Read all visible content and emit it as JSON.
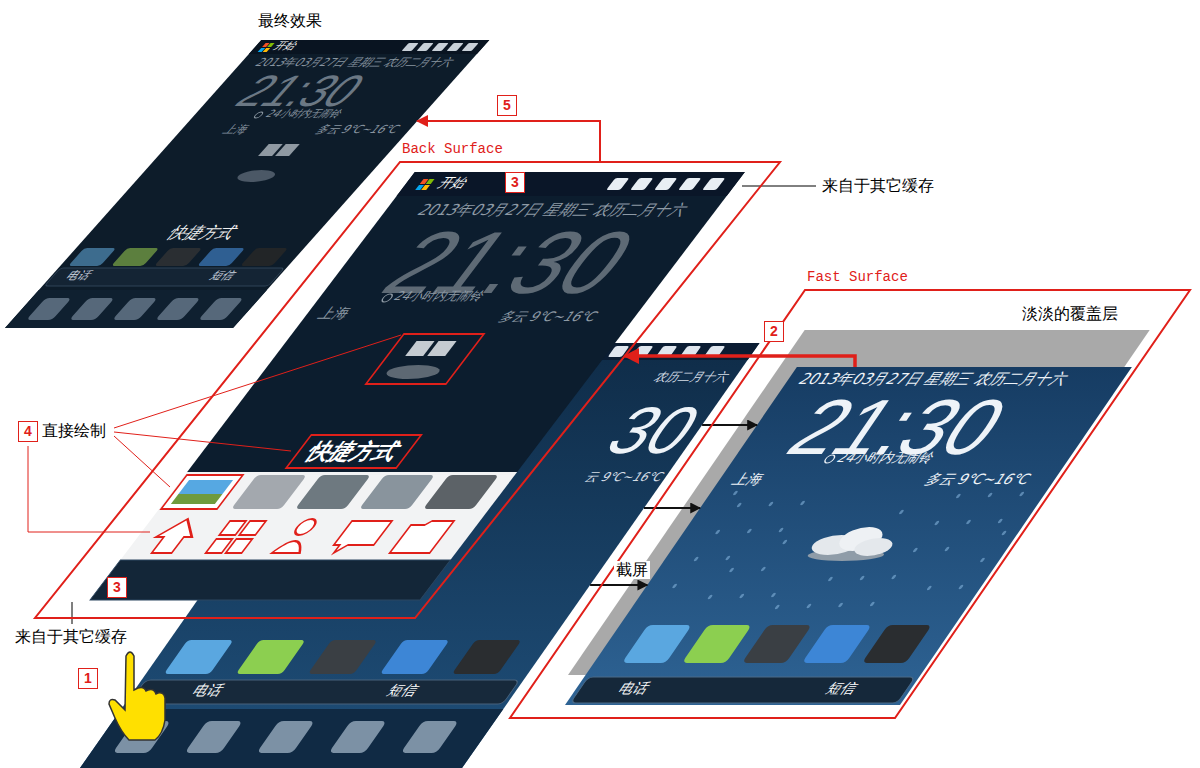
{
  "diagram": {
    "nodes": [
      {
        "text": [
          "最终效果",
          "开始",
          "2013年03月27日 星期三 农历二月十六",
          "21:30",
          "24小时内无闹铃",
          "上海",
          "多云 9℃~16℃",
          "快捷方式",
          "电话",
          "短信"
        ]
      },
      {
        "text": [
          "Back Surface"
        ]
      },
      {
        "text": [
          "开始",
          "2013年03月27日 星期三 农历二月十六",
          "21:30",
          "24小时内无闹铃",
          "上海",
          "多云 9℃~16℃"
        ],
        "in": 1
      },
      {
        "text": [
          "快捷方式"
        ],
        "in": 2
      },
      {
        "text": [
          "Fast Surface"
        ]
      },
      {
        "text": [
          "2013年03月27日 星期三 农历二月十六",
          "21:30",
          "24小时内无闹铃",
          "上海",
          "多云 9℃~16℃",
          "电话",
          "短信"
        ],
        "in": 4
      },
      {
        "text": [
          "农历二月十六",
          "30",
          "云 9℃~16℃",
          "电话",
          "短信"
        ]
      }
    ],
    "edges": [
      {
        "from": 1,
        "to": 0,
        "arrow": "to",
        "label": "5"
      },
      {
        "from": 5,
        "to": 1,
        "arrow": "to",
        "label": "2"
      },
      {
        "from": 6,
        "to": 5,
        "arrow": "to"
      },
      {
        "from": 6,
        "to": 5,
        "arrow": "to"
      },
      {
        "from": 6,
        "to": 5,
        "arrow": "to",
        "label": "截屏"
      }
    ],
    "labels": [
      "3",
      "来自于其它缓存",
      "淡淡的覆盖层",
      "4",
      "直接绘制",
      "3",
      "来自于其它缓存",
      "1"
    ]
  }
}
